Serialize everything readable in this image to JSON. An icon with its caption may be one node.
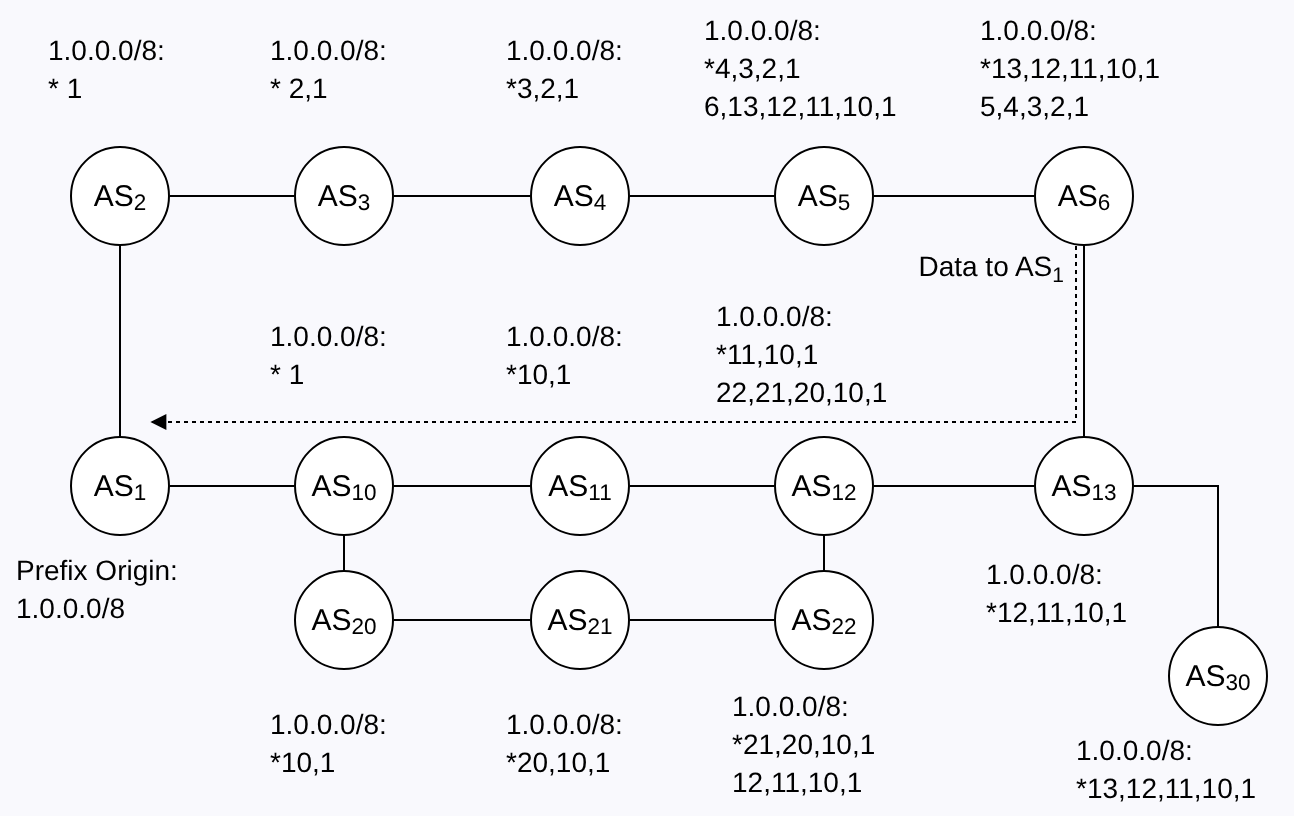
{
  "diagram": {
    "nodes": [
      {
        "text": [
          "AS$_{2}$"
        ],
        "beside": [
          "1.0.0.0/8:",
          "* 1"
        ]
      },
      {
        "text": [
          "AS$_{3}$"
        ],
        "beside": [
          "1.0.0.0/8:",
          "* 2,1"
        ]
      },
      {
        "text": [
          "AS$_{4}$"
        ],
        "beside": [
          "1.0.0.0/8:",
          "*3,2,1"
        ]
      },
      {
        "text": [
          "AS$_{5}$"
        ],
        "beside": [
          "1.0.0.0/8:",
          "*4,3,2,1",
          "6,13,12,11,10,1"
        ]
      },
      {
        "text": [
          "AS$_{6}$"
        ],
        "beside": [
          "1.0.0.0/8:",
          "*13,12,11,10,1",
          "5,4,3,2,1"
        ]
      },
      {
        "text": [
          "AS$_{1}$"
        ],
        "beside": [
          "Prefix Origin:",
          "1.0.0.0/8"
        ]
      },
      {
        "text": [
          "AS$_{10}$"
        ],
        "beside": [
          "1.0.0.0/8:",
          "* 1"
        ]
      },
      {
        "text": [
          "AS$_{11}$"
        ],
        "beside": [
          "1.0.0.0/8:",
          "*10,1"
        ]
      },
      {
        "text": [
          "AS$_{12}$"
        ],
        "beside": [
          "1.0.0.0/8:",
          "*11,10,1",
          "22,21,20,10,1"
        ]
      },
      {
        "text": [
          "AS$_{13}$"
        ],
        "beside": [
          "1.0.0.0/8:",
          "*12,11,10,1"
        ]
      },
      {
        "text": [
          "AS$_{20}$"
        ],
        "beside": [
          "1.0.0.0/8:",
          "*10,1"
        ]
      },
      {
        "text": [
          "AS$_{21}$"
        ],
        "beside": [
          "1.0.0.0/8:",
          "*20,10,1"
        ]
      },
      {
        "text": [
          "AS$_{22}$"
        ],
        "beside": [
          "1.0.0.0/8:",
          "*21,20,10,1",
          "12,11,10,1"
        ]
      },
      {
        "text": [
          "AS$_{30}$"
        ],
        "beside": [
          "1.0.0.0/8:",
          "*13,12,11,10,1"
        ]
      }
    ],
    "edges": [
      {
        "from": 0,
        "to": 1,
        "arrow": "none"
      },
      {
        "from": 1,
        "to": 2,
        "arrow": "none"
      },
      {
        "from": 2,
        "to": 3,
        "arrow": "none"
      },
      {
        "from": 3,
        "to": 4,
        "arrow": "none"
      },
      {
        "from": 0,
        "to": 5,
        "arrow": "none"
      },
      {
        "from": 4,
        "to": 9,
        "arrow": "none"
      },
      {
        "from": 5,
        "to": 6,
        "arrow": "none"
      },
      {
        "from": 6,
        "to": 7,
        "arrow": "none"
      },
      {
        "from": 7,
        "to": 8,
        "arrow": "none"
      },
      {
        "from": 8,
        "to": 9,
        "arrow": "none"
      },
      {
        "from": 9,
        "to": 13,
        "arrow": "none"
      },
      {
        "from": 6,
        "to": 10,
        "arrow": "none"
      },
      {
        "from": 10,
        "to": 11,
        "arrow": "none"
      },
      {
        "from": 11,
        "to": 12,
        "arrow": "none"
      },
      {
        "from": 8,
        "to": 12,
        "arrow": "none"
      },
      {
        "from": 4,
        "to": 5,
        "arrow": "to",
        "style": "dashed",
        "label": "Data to AS$_{1}$"
      }
    ]
  }
}
